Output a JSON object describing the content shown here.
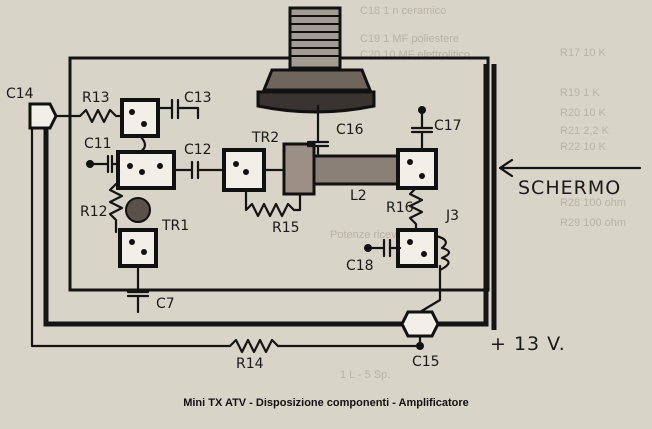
{
  "caption": "Mini TX ATV - Disposizione componenti - Amplificatore",
  "labels": {
    "c14": "C14",
    "r13": "R13",
    "c13": "C13",
    "c11": "C11",
    "c12": "C12",
    "tr2": "TR2",
    "c16": "C16",
    "c17": "C17",
    "r12": "R12",
    "tr1": "TR1",
    "r15": "R15",
    "l2": "L2",
    "r16": "R16",
    "j3": "J3",
    "c18": "C18",
    "c7": "C7",
    "r14": "R14",
    "c15": "C15",
    "schermo": "SCHERMO",
    "supply": "+ 13 V."
  },
  "colors": {
    "paper": "#d9d4c8",
    "ink": "#141414",
    "pad": "#f2efe8",
    "body_dark": "#6e655d"
  }
}
